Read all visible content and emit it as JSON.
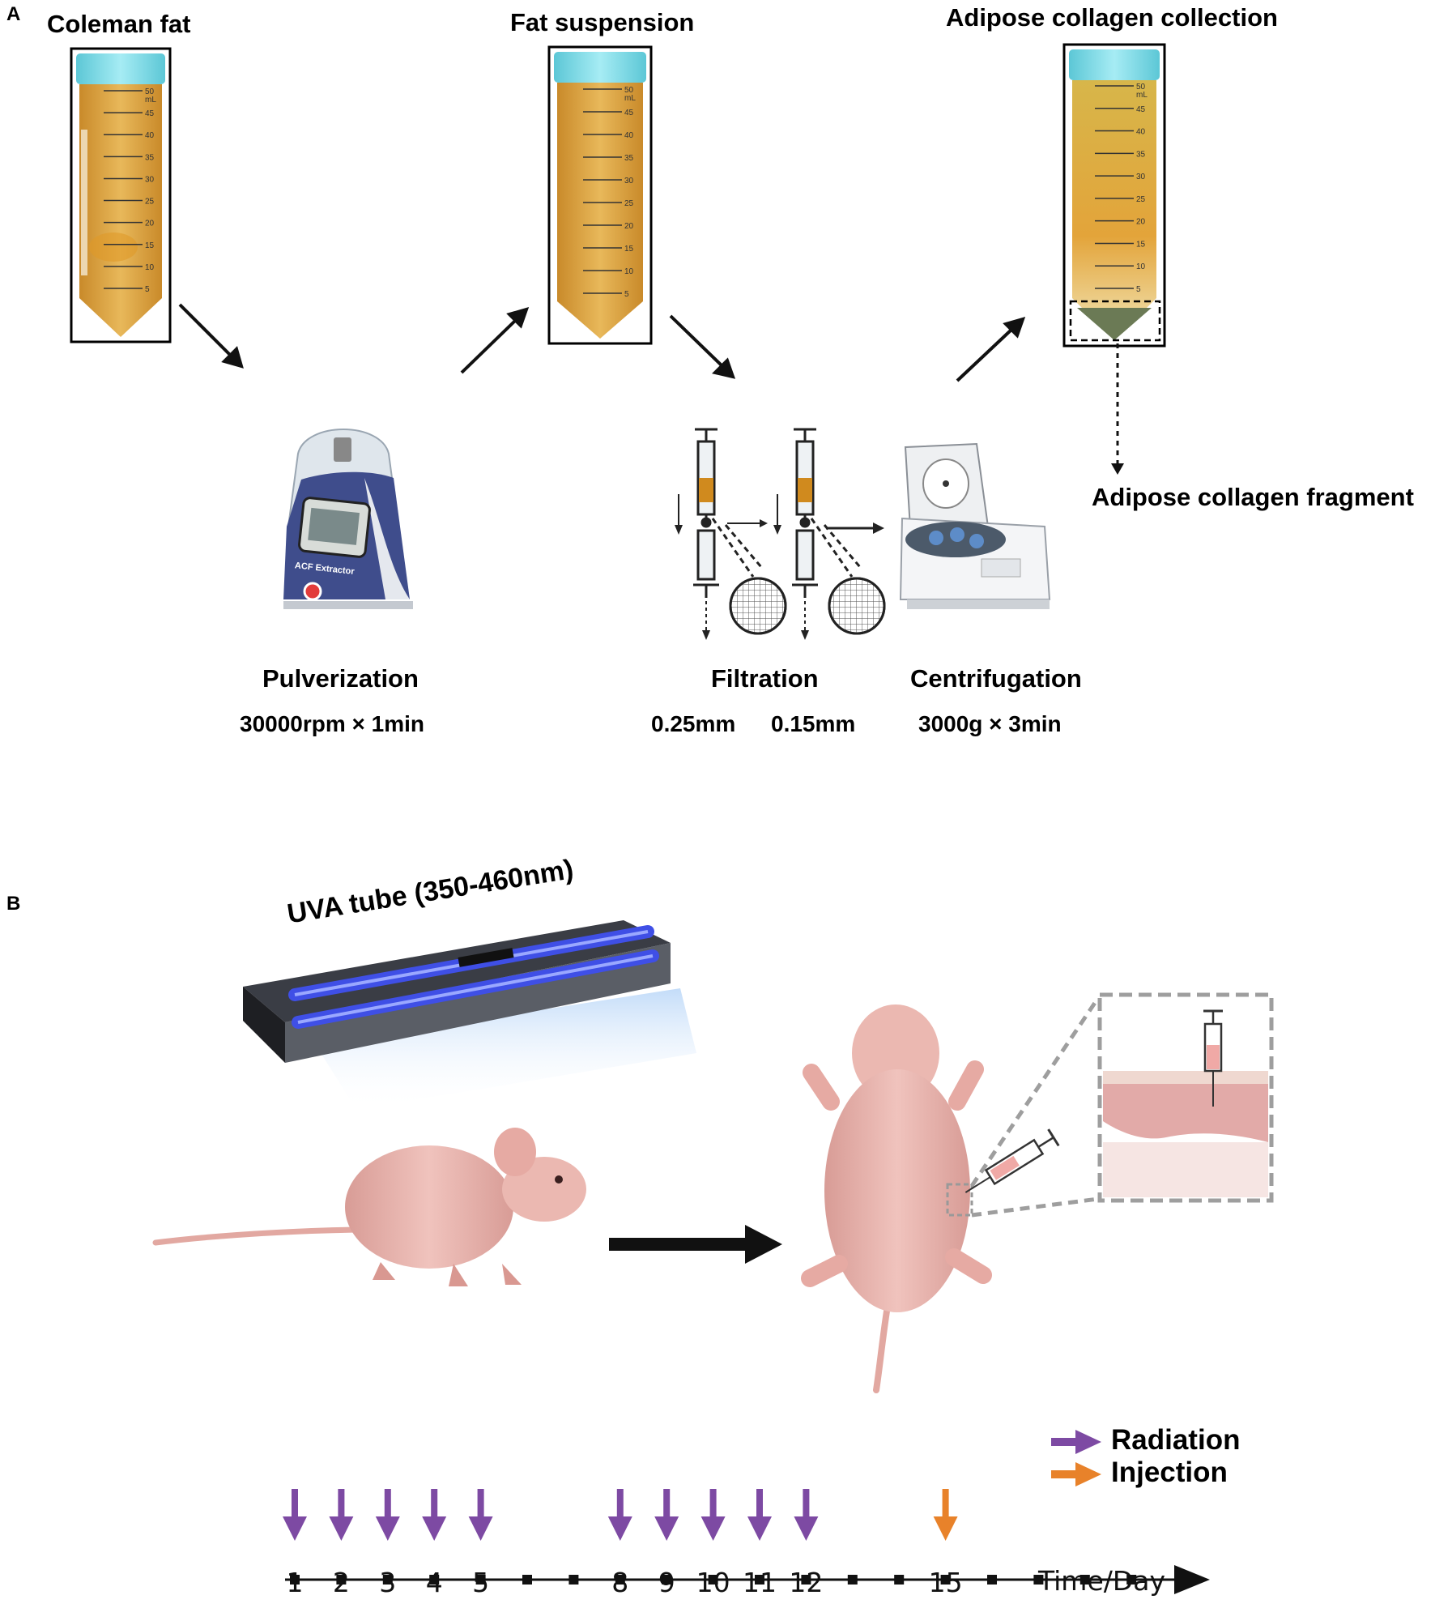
{
  "panel_a": {
    "label": "A",
    "tube1_title": "Coleman fat",
    "tube2_title": "Fat suspension",
    "tube3_title": "Adipose collagen collection",
    "fragment_label": "Adipose collagen fragment",
    "pulverization": {
      "name": "Pulverization",
      "param": "30000rpm × 1min",
      "device_text": "ACF Extractor"
    },
    "filtration": {
      "name": "Filtration",
      "param1": "0.25mm",
      "param2": "0.15mm"
    },
    "centrifugation": {
      "name": "Centrifugation",
      "param": "3000g × 3min"
    },
    "tube_marks": [
      "50",
      "mL",
      "45",
      "40",
      "35",
      "30",
      "25",
      "20",
      "15",
      "10",
      "5"
    ]
  },
  "panel_b": {
    "label": "B",
    "uva_label": "UVA tube (350-460nm)",
    "legend": [
      {
        "label": "Radiation",
        "color": "#7d4aa3"
      },
      {
        "label": "Injection",
        "color": "#e8822a"
      }
    ],
    "timeline": {
      "axis_label": "Time/Day",
      "days": [
        1,
        2,
        3,
        4,
        5,
        6,
        7,
        8,
        9,
        10,
        11,
        12,
        13,
        14,
        15,
        16,
        17,
        18,
        19
      ],
      "labeled_days": [
        "1",
        "2",
        "3",
        "4",
        "5",
        "8",
        "9",
        "10",
        "11",
        "12",
        "15"
      ],
      "radiation_days": [
        1,
        2,
        3,
        4,
        5,
        8,
        9,
        10,
        11,
        12
      ],
      "injection_days": [
        15
      ]
    }
  },
  "colors": {
    "tube_cap": "#7fd8e4",
    "fat": "#d9a23c",
    "skin": "#e8b4ae",
    "uva": "#3848d8",
    "arrow": "#111111"
  }
}
